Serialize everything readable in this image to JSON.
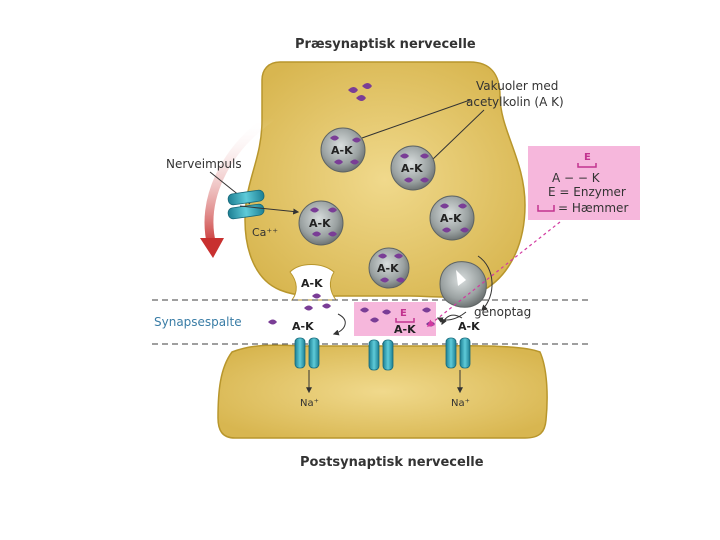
{
  "title_top": "Præsynaptisk nervecelle",
  "title_bottom": "Postsynaptisk nervecelle",
  "vacuole_label": "Vakuoler med acetylkolin (A K)",
  "vacuole_label_lines": [
    "Vakuoler med",
    "acetylkolin (A K)"
  ],
  "nerve_impulse": "Nerveimpuls",
  "calcium": "Ca⁺⁺",
  "synaptic_cleft": "Synapsespalte",
  "reuptake": "genoptag",
  "sodium_left": "Na⁺",
  "sodium_right": "Na⁺",
  "ak": "A-K",
  "enzyme_short": "E",
  "legend": {
    "formula": "A − − K",
    "enzyme_def": "E = Enzymer",
    "inhibitor_def": "= Hæmmer"
  },
  "colors": {
    "cell": "#d9b84f",
    "cell_edge": "#b8962c",
    "vacuole": "#8f9696",
    "molecule": "#7a3d96",
    "channel": "#2b9fb3",
    "legend_bg": "#f6b7dc",
    "arrow_red": "#c8302f",
    "enzyme_magenta": "#c2338f"
  }
}
